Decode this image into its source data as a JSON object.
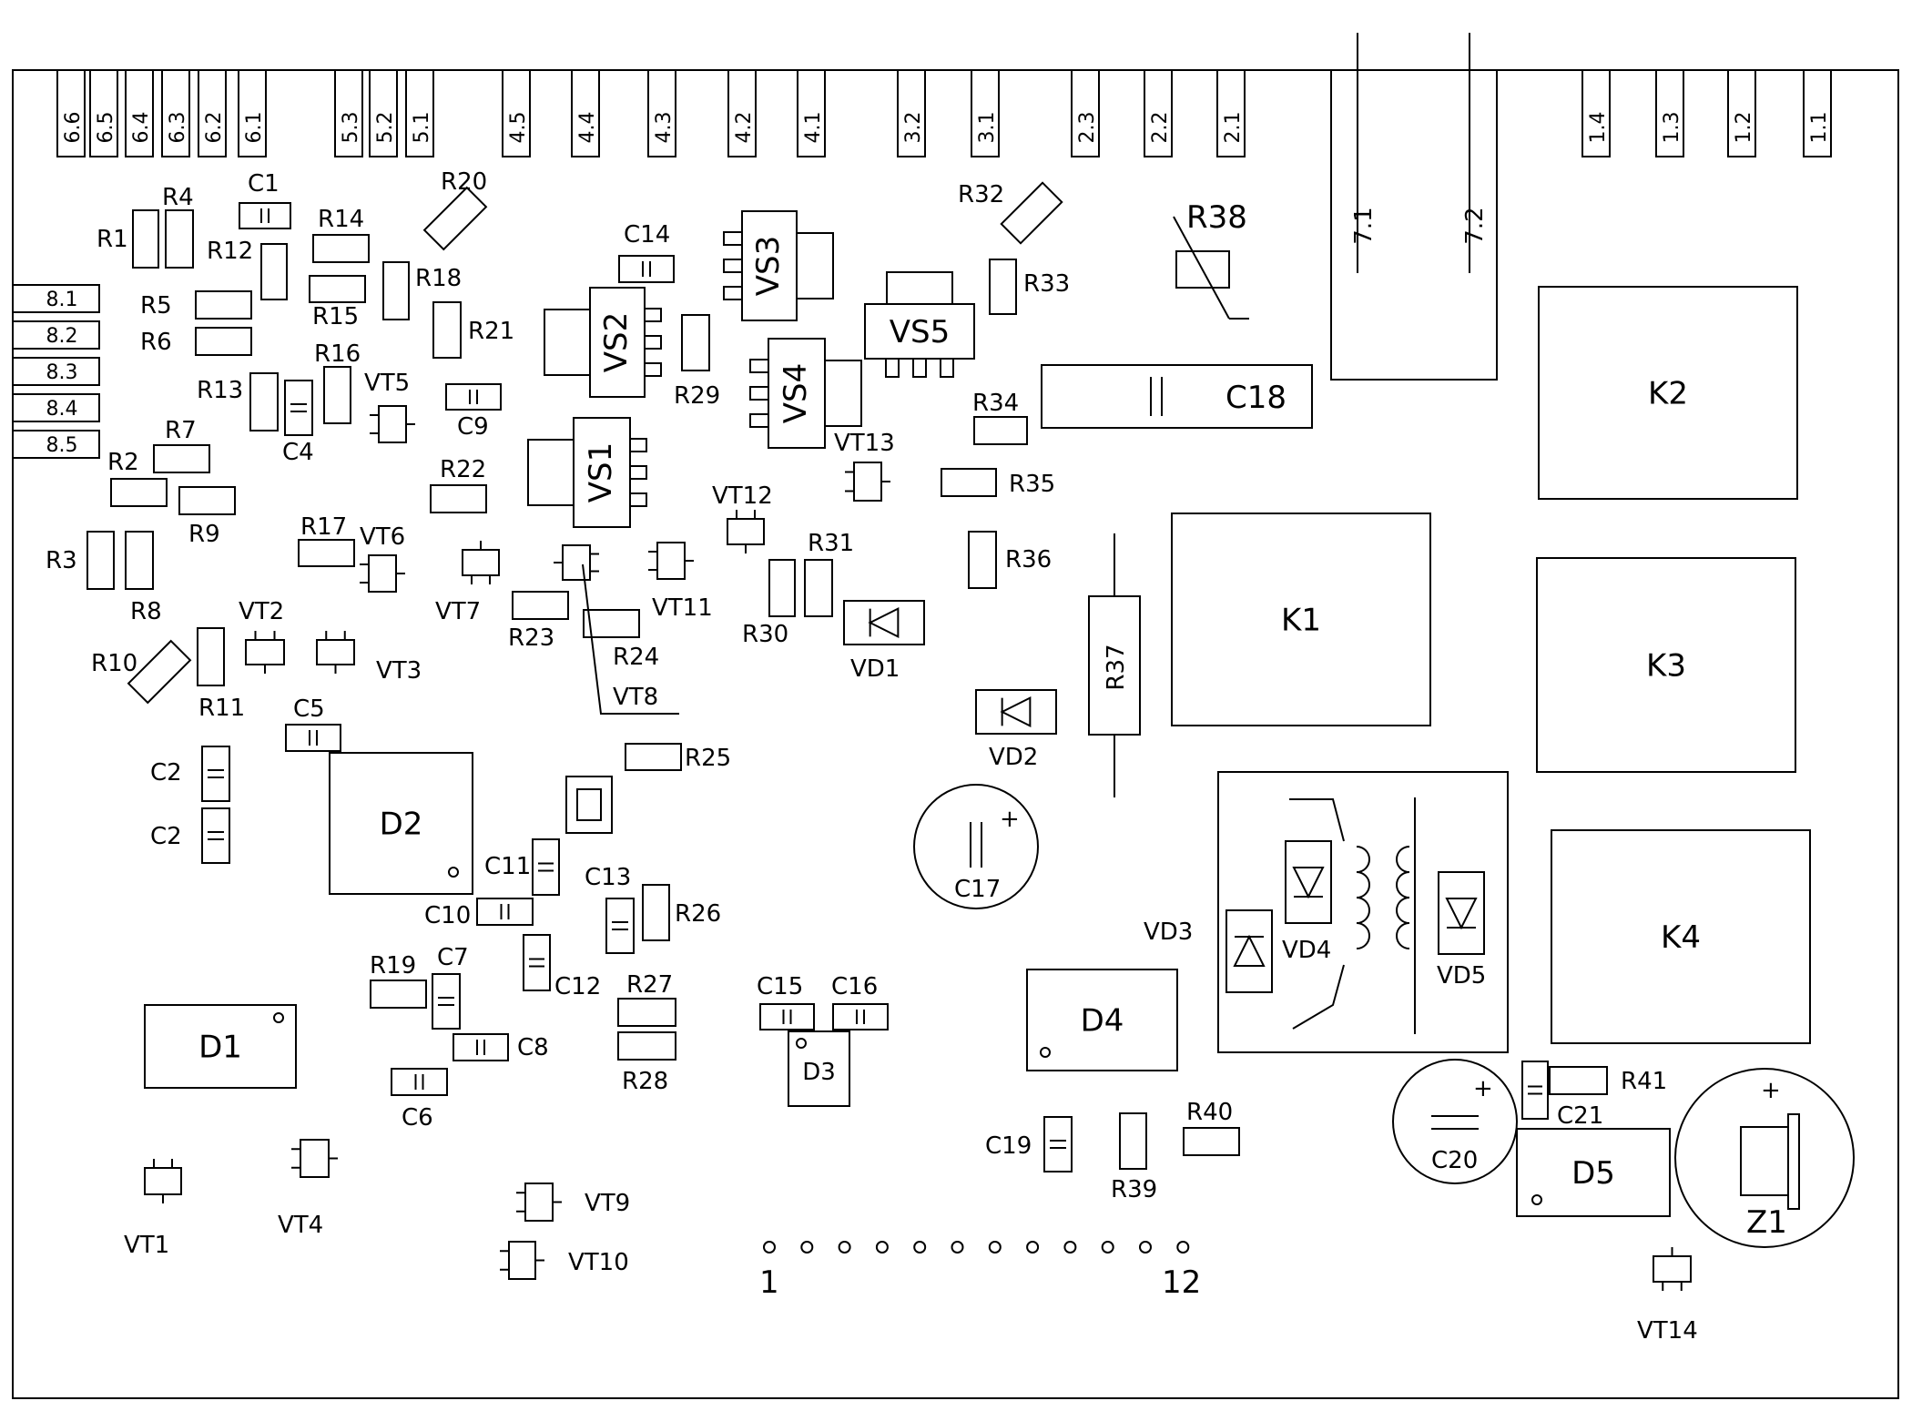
{
  "connectors": {
    "top": [
      "6.6",
      "6.5",
      "6.4",
      "6.3",
      "6.2",
      "6.1",
      "5.3",
      "5.2",
      "5.1",
      "4.5",
      "4.4",
      "4.3",
      "4.2",
      "4.1",
      "3.2",
      "3.1",
      "2.3",
      "2.2",
      "2.1",
      "1.4",
      "1.3",
      "1.2",
      "1.1"
    ],
    "side": [
      "8.1",
      "8.2",
      "8.3",
      "8.4",
      "8.5"
    ],
    "relay_block": [
      "7.1",
      "7.2"
    ]
  },
  "resistors": [
    "R1",
    "R2",
    "R3",
    "R4",
    "R5",
    "R6",
    "R7",
    "R8",
    "R9",
    "R10",
    "R11",
    "R12",
    "R13",
    "R14",
    "R15",
    "R16",
    "R17",
    "R18",
    "R19",
    "R20",
    "R21",
    "R22",
    "R23",
    "R24",
    "R25",
    "R26",
    "R27",
    "R28",
    "R29",
    "R30",
    "R31",
    "R32",
    "R33",
    "R34",
    "R35",
    "R36",
    "R37",
    "R38",
    "R39",
    "R40",
    "R41"
  ],
  "capacitors": [
    "C1",
    "C2",
    "C2",
    "C4",
    "C5",
    "C6",
    "C7",
    "C8",
    "C9",
    "C10",
    "C11",
    "C12",
    "C13",
    "C14",
    "C15",
    "C16",
    "C17",
    "C18",
    "C19",
    "C20",
    "C21"
  ],
  "transistors": [
    "VT1",
    "VT2",
    "VT3",
    "VT4",
    "VT5",
    "VT6",
    "VT7",
    "VT8",
    "VT9",
    "VT10",
    "VT11",
    "VT12",
    "VT13",
    "VT14"
  ],
  "regulators": [
    "VS1",
    "VS2",
    "VS3",
    "VS4",
    "VS5"
  ],
  "diodes": [
    "VD1",
    "VD2",
    "VD3",
    "VD4",
    "VD5"
  ],
  "chips": [
    "D1",
    "D2",
    "D3",
    "D4",
    "D5"
  ],
  "relays": [
    "K1",
    "K2",
    "K3",
    "K4"
  ],
  "buzzer": "Z1",
  "header_pins": {
    "first": "1",
    "last": "12"
  }
}
